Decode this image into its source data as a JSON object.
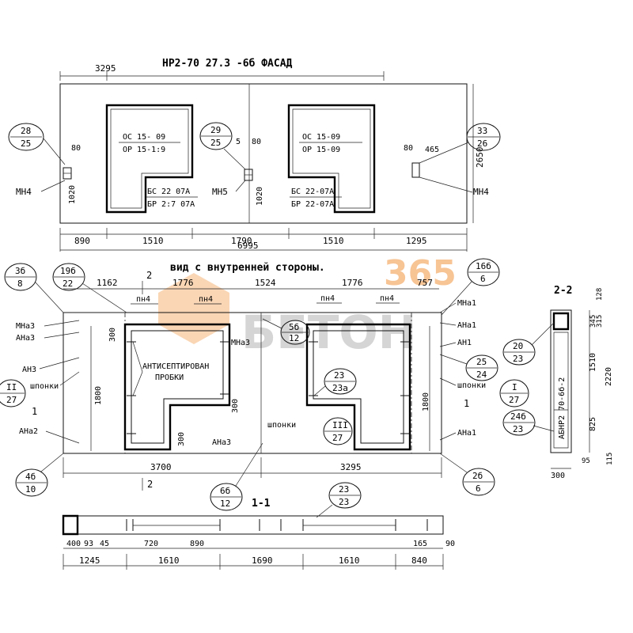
{
  "titles": {
    "facade": "НР2-70 27.3 -6б ФАСАД",
    "inner": "вид с внутренней стороны.",
    "section_11": "1-1",
    "section_22": "2-2"
  },
  "facade": {
    "top_dim": "3295",
    "bottom_dims": [
      "890",
      "1510",
      "1790",
      "1510",
      "1295"
    ],
    "total": "6995",
    "height": "2650",
    "win1": {
      "line1": "ОС 15- 09",
      "line2": "ОР 15-1:9",
      "line3": "БС 22 07А",
      "line4": "БР 2:7 07А"
    },
    "win2": {
      "line1": "ОС 15-09",
      "line2": "ОР 15-09",
      "line3": "БС 22-07А",
      "line4": "БР 22-07А"
    },
    "callouts": [
      {
        "top": "28",
        "bottom": "25"
      },
      {
        "top": "29",
        "bottom": "25"
      },
      {
        "top": "33",
        "bottom": "26"
      }
    ],
    "mh_left": "МН4",
    "mh_mid": "МН5",
    "mh_right": "МН4",
    "dim_80a": "80",
    "dim_80b": "80",
    "dim_80c": "80",
    "dim_5": "5",
    "dim_465": "465",
    "dim_1020a": "1020",
    "dim_1020b": "1020"
  },
  "inner": {
    "top_dims": [
      "1162",
      "1776",
      "1524",
      "1776",
      "757"
    ],
    "bottom_dims": [
      "3700",
      "3295"
    ],
    "height_left": "1800",
    "height_right": "1800",
    "dim_300a": "300",
    "dim_300b": "300",
    "dim_300c": "300",
    "labels": {
      "pn4_1": "пн4",
      "pn4_2": "пн4",
      "pn4_3": "пн4",
      "pn4_4": "пн4",
      "mna3_left": "МНа3",
      "ana3_left": "АНа3",
      "an3": "АН3",
      "shponki_left": "шпонки",
      "ana2": "АНа2",
      "mna3_mid": "МНа3",
      "antisept1": "АНТИСЕПТИРОВАН",
      "antisept2": "ПРОБКИ",
      "ana3_mid": "АНа3",
      "shponki_mid": "шпонки",
      "mna1": "МНа1",
      "ana1_top": "АНа1",
      "an1": "АН1",
      "shponki_right": "шпонки",
      "ana1_bottom": "АНа1"
    },
    "callouts": [
      {
        "top": "3б",
        "bottom": "8"
      },
      {
        "top": "19б",
        "bottom": "22"
      },
      {
        "top": "16б",
        "bottom": "6"
      },
      {
        "top": "5б",
        "bottom": "12"
      },
      {
        "top": "23",
        "bottom": "23а"
      },
      {
        "top": "25",
        "bottom": "24"
      },
      {
        "top": "4б",
        "bottom": "10"
      },
      {
        "top": "6б",
        "bottom": "12"
      },
      {
        "top": "2б",
        "bottom": "6"
      },
      {
        "top": "II",
        "bottom": "27"
      },
      {
        "top": "I",
        "bottom": "27"
      },
      {
        "top": "III",
        "bottom": "27"
      }
    ],
    "cut_marks": [
      "2",
      "2",
      "1",
      "1"
    ]
  },
  "section11": {
    "dims_top": [
      "400",
      "93",
      "45",
      "720",
      "890",
      "165",
      "90"
    ],
    "dims_bottom": [
      "1245",
      "1610",
      "1690",
      "1610",
      "840"
    ],
    "callout": {
      "top": "23",
      "bottom": "23"
    }
  },
  "section22": {
    "dims_right": [
      "128",
      "345",
      "315",
      "1510",
      "2220",
      "825",
      "115"
    ],
    "dims_left": [
      "95"
    ],
    "width": "300",
    "label": "АБНР2 70-6б-2",
    "callouts": [
      {
        "top": "20",
        "bottom": "23"
      },
      {
        "top": "24б",
        "bottom": "23"
      }
    ]
  },
  "watermark": {
    "number": "365",
    "word": "БЕТОН"
  }
}
